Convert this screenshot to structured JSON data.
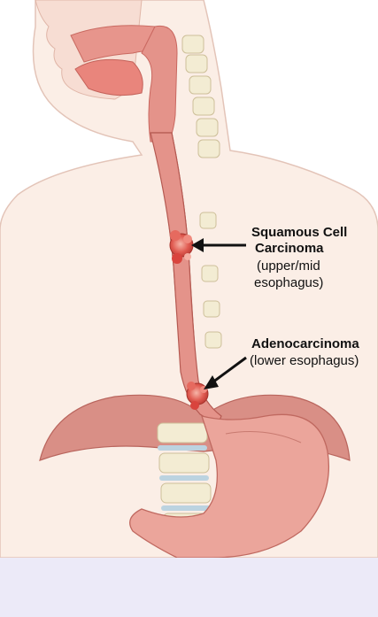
{
  "labels": {
    "squamous": {
      "title_line1": "Squamous Cell",
      "title_line2": "Carcinoma",
      "sub_line1": "(upper/mid",
      "sub_line2": "esophagus)"
    },
    "adeno": {
      "title": "Adenocarcinoma",
      "sub": "(lower esophagus)"
    }
  },
  "colors": {
    "skin": "#fbeee6",
    "skin_outline": "#e3c4b8",
    "esophagus": "#e4938a",
    "esophagus_dark": "#c9675f",
    "tumor": "#d9443d",
    "spine": "#f3ecd3",
    "disc": "#bcd3e0",
    "diaphragm": "#d98f86",
    "footer_band": "#eceaf8"
  }
}
